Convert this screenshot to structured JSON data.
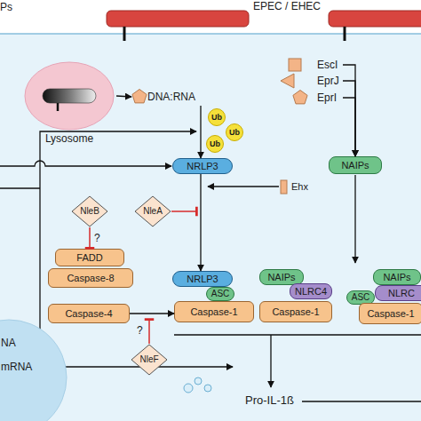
{
  "diagram": {
    "nodes": [
      {
        "text": [
          "Lysosome"
        ]
      },
      {
        "text": [
          "DNA:RNA"
        ]
      },
      {
        "text": [
          "Ub"
        ]
      },
      {
        "text": [
          "Ub"
        ]
      },
      {
        "text": [
          "Ub"
        ]
      },
      {
        "text": [
          "NRLP3"
        ]
      },
      {
        "text": [
          "Ehx"
        ]
      },
      {
        "text": [
          "NleB"
        ]
      },
      {
        "text": [
          "NleA"
        ]
      },
      {
        "text": [
          "FADD"
        ]
      },
      {
        "text": [
          "Caspase-8"
        ]
      },
      {
        "text": [
          "Caspase-4"
        ]
      },
      {
        "text": [
          "NleF"
        ]
      },
      {
        "text": [
          "NRLP3"
        ]
      },
      {
        "text": [
          "ASC"
        ]
      },
      {
        "text": [
          "Caspase-1"
        ]
      },
      {
        "text": [
          "EscI"
        ]
      },
      {
        "text": [
          "EprJ"
        ]
      },
      {
        "text": [
          "EprI"
        ]
      },
      {
        "text": [
          "NAIPs"
        ]
      },
      {
        "text": [
          "NAIPs"
        ]
      },
      {
        "text": [
          "NLRC4"
        ]
      },
      {
        "text": [
          "Caspase-1"
        ]
      },
      {
        "text": [
          "NAIPs"
        ]
      },
      {
        "text": [
          "ASC"
        ]
      },
      {
        "text": [
          "NLRC"
        ]
      },
      {
        "text": [
          "Caspase-1"
        ]
      },
      {
        "text": [
          "NA",
          "mRNA"
        ]
      }
    ],
    "edges": [
      {
        "from": 0,
        "to": 1,
        "arrow": "to"
      },
      {
        "from": 1,
        "to": 5,
        "arrow": "to"
      },
      {
        "from": 16,
        "to": 19,
        "arrow": "to"
      },
      {
        "from": 17,
        "to": 19,
        "arrow": "to"
      },
      {
        "from": 18,
        "to": 19,
        "arrow": "to"
      },
      {
        "from": 5,
        "to": 13,
        "arrow": "to"
      },
      {
        "from": 7,
        "to": 9,
        "label": "?",
        "arrow": "to"
      },
      {
        "from": 11,
        "to": 15,
        "arrow": "to"
      }
    ],
    "labels": [
      "Ps",
      "EPEC / EHEC",
      "?",
      "Pro-IL-1ß"
    ]
  }
}
